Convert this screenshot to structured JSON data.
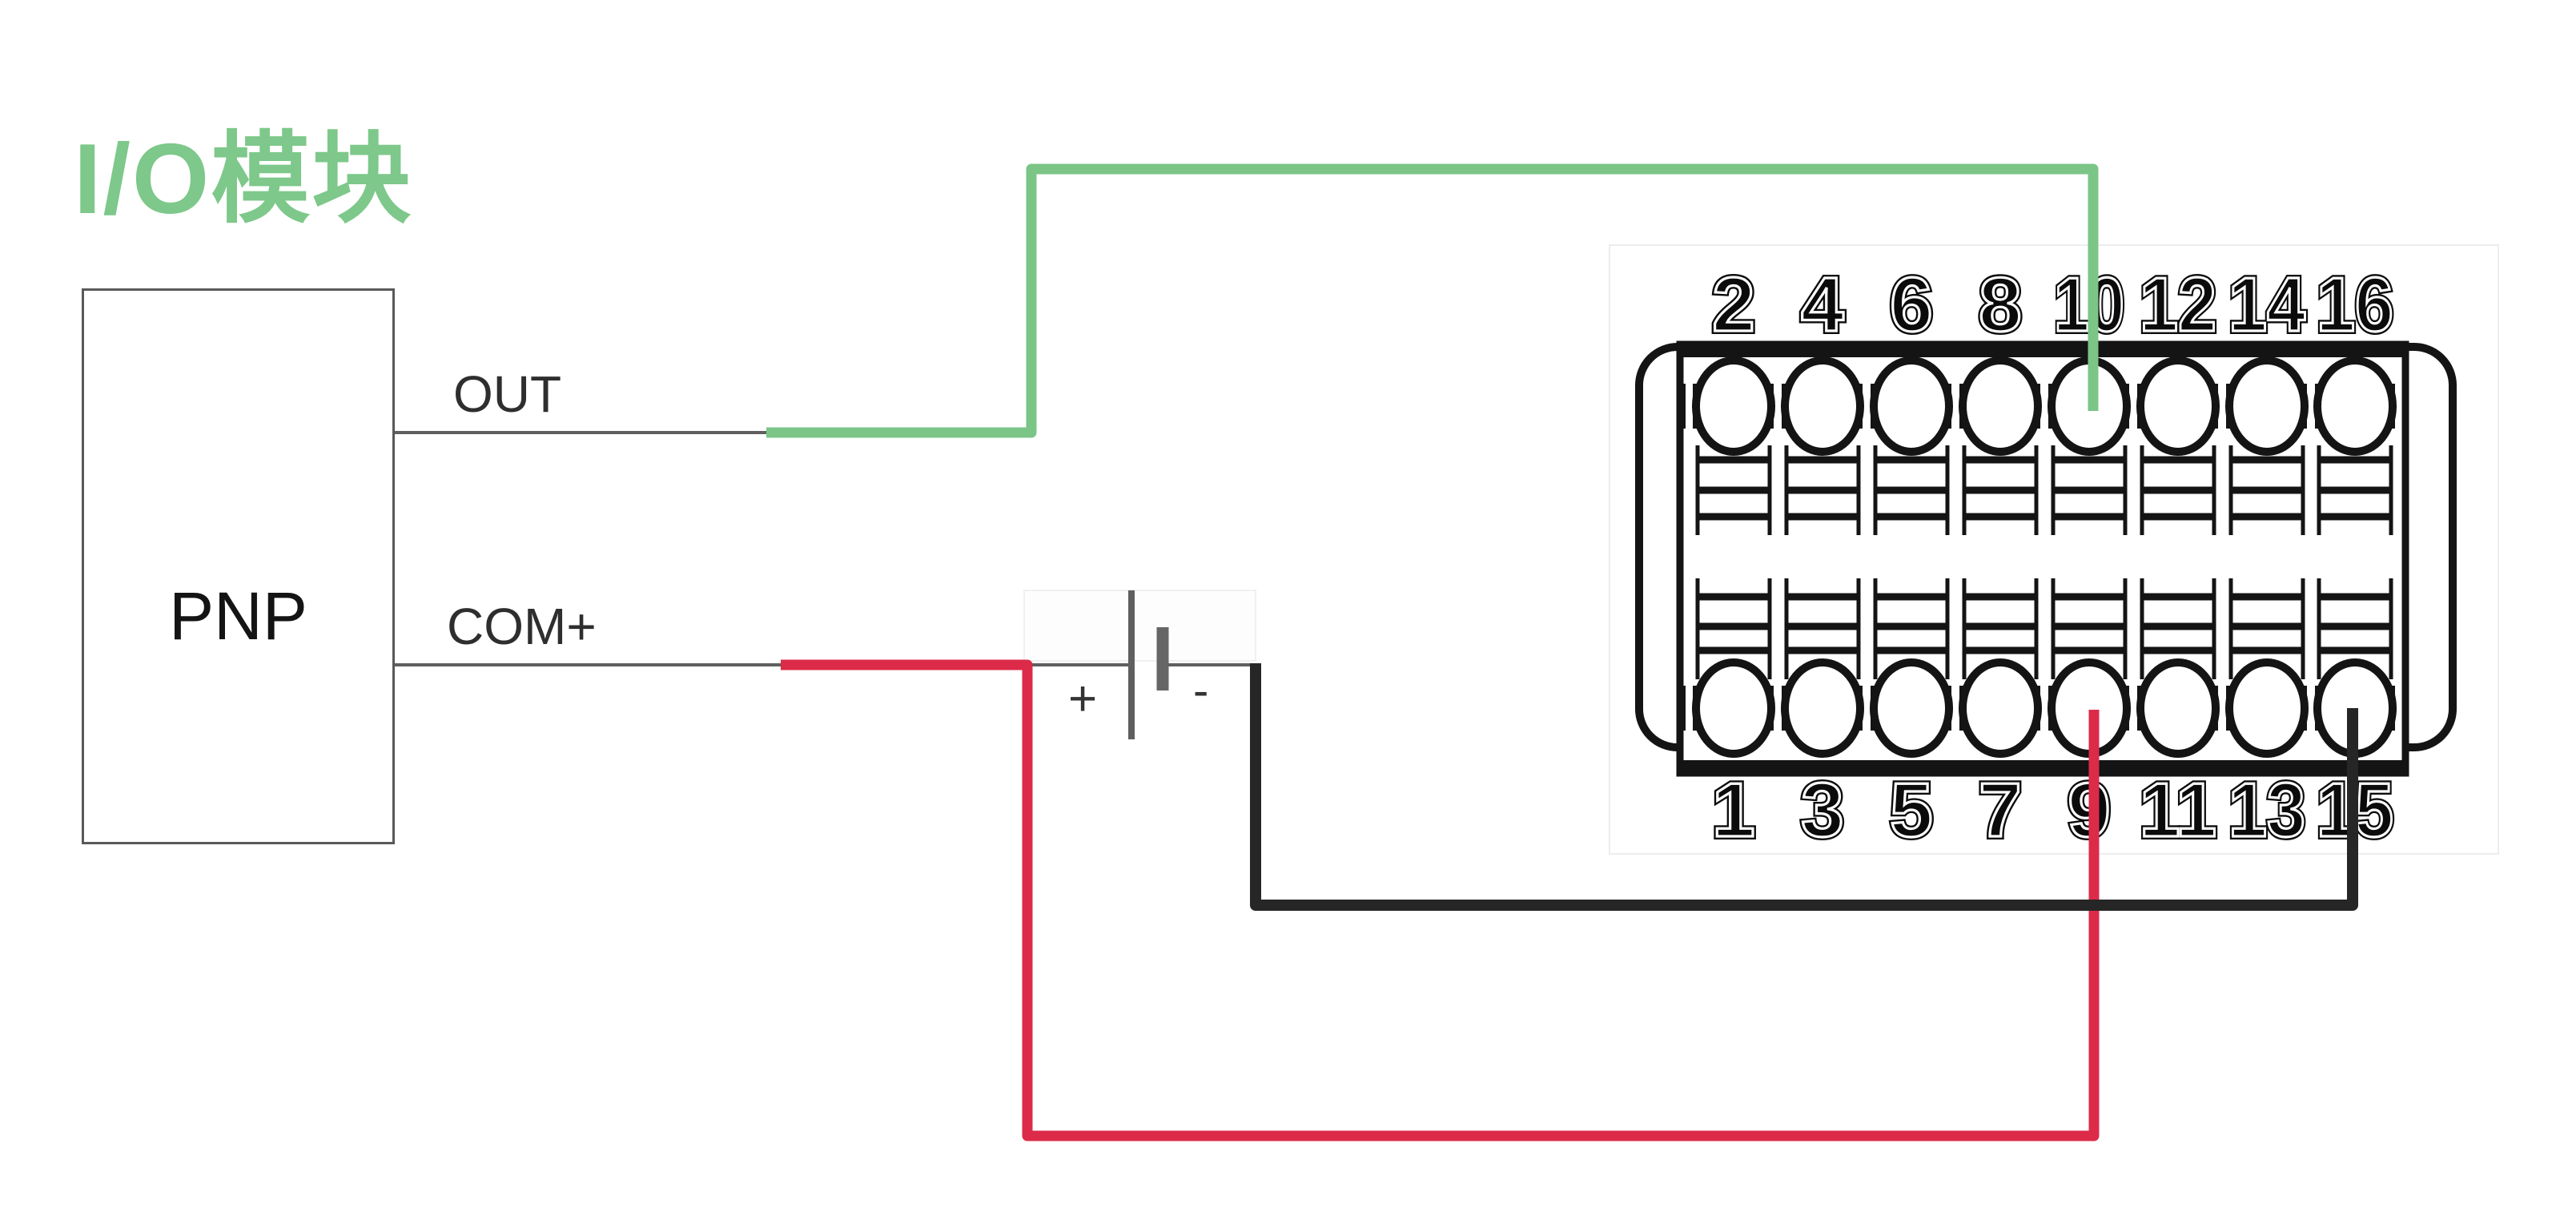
{
  "title": {
    "text": "I/O模块",
    "color": "#7dc88a"
  },
  "device": {
    "label": "PNP"
  },
  "terminals": {
    "out": "OUT",
    "com": "COM+"
  },
  "battery": {
    "positive": "+",
    "negative": "-"
  },
  "connector": {
    "top_pins": [
      "2",
      "4",
      "6",
      "8",
      "10",
      "12",
      "14",
      "16"
    ],
    "bottom_pins": [
      "1",
      "3",
      "5",
      "7",
      "9",
      "11",
      "13",
      "15"
    ]
  },
  "wires": {
    "green": "#7bc587",
    "red": "#dc2b49",
    "black": "#262626",
    "lead_gray": "#5f5f5f"
  }
}
